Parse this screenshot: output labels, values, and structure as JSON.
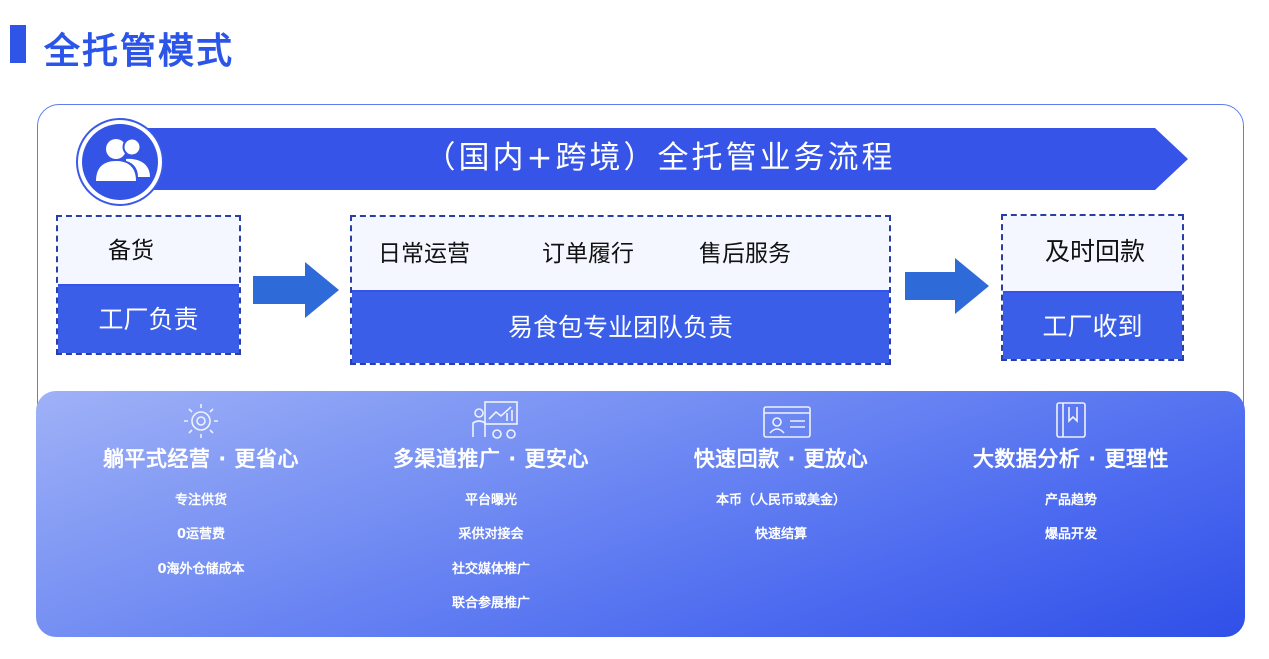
{
  "page": {
    "title": "全托管模式"
  },
  "flow": {
    "banner_title": "（国内+跨境）全托管业务流程"
  },
  "steps": [
    {
      "top_labels": [
        "备货"
      ],
      "bottom_label": "工厂负责"
    },
    {
      "top_labels": [
        "日常运营",
        "订单履行",
        "售后服务"
      ],
      "bottom_label": "易食包专业团队负责"
    },
    {
      "top_labels": [
        "及时回款"
      ],
      "bottom_label": "工厂收到"
    }
  ],
  "benefits": [
    {
      "icon": "gear-icon",
      "title": "躺平式经营 · 更省心",
      "items": [
        "专注供货",
        "0运营费",
        "0海外仓储成本"
      ]
    },
    {
      "icon": "presentation-chart-icon",
      "title": "多渠道推广 · 更安心",
      "items": [
        "平台曝光",
        "采供对接会",
        "社交媒体推广",
        "联合参展推广"
      ]
    },
    {
      "icon": "id-card-icon",
      "title": "快速回款 · 更放心",
      "items": [
        "本币（人民币或美金）",
        "快速结算"
      ]
    },
    {
      "icon": "book-icon",
      "title": "大数据分析 · 更理性",
      "items": [
        "产品趋势",
        "爆品开发"
      ]
    }
  ],
  "colors": {
    "accent": "#2a55e8",
    "box_fill": "#3b5ee8",
    "arrow": "#2f6bd8"
  }
}
